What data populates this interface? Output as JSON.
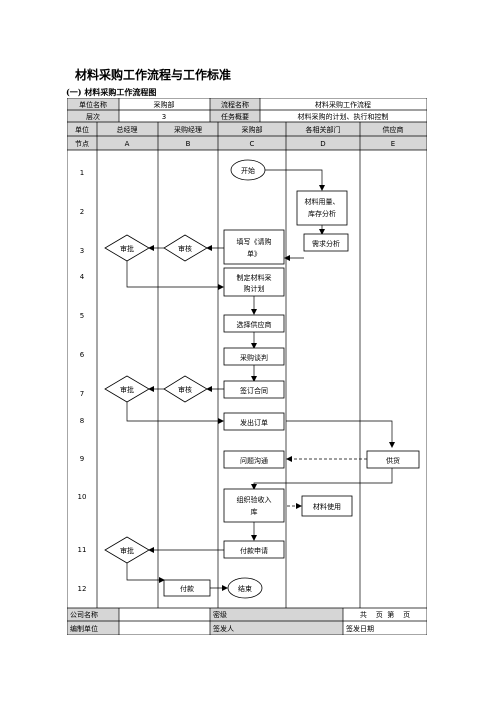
{
  "doc": {
    "title": "材料采购工作流程与工作标准",
    "subtitle": "(一) 材料采购工作流程图"
  },
  "header": {
    "unit_label": "单位名称",
    "unit_value": "采购部",
    "process_label": "流程名称",
    "process_value": "材料采购工作流程",
    "level_label": "层次",
    "level_value": "3",
    "task_label": "任务概要",
    "task_value": "材料采购的计划、执行和控制",
    "dept_label": "单位",
    "node_label": "节点"
  },
  "lanes": [
    {
      "name": "总经理",
      "code": "A"
    },
    {
      "name": "采购经理",
      "code": "B"
    },
    {
      "name": "采购部",
      "code": "C"
    },
    {
      "name": "各相关部门",
      "code": "D"
    },
    {
      "name": "供应商",
      "code": "E"
    }
  ],
  "rows": [
    "1",
    "2",
    "3",
    "4",
    "5",
    "6",
    "7",
    "8",
    "9",
    "10",
    "11",
    "12"
  ],
  "nodes": {
    "start": "开始",
    "d_need": [
      "材料用量、",
      "库存分析"
    ],
    "d_analysis": "需求分析",
    "c_request": [
      "填写《请购",
      "单》"
    ],
    "b_review1": "审核",
    "a_approve1": "审批",
    "c_plan": [
      "制定材料采",
      "购计划"
    ],
    "c_select": "选择供应商",
    "c_negotiate": "采购谈判",
    "c_contract": "签订合同",
    "b_review2": "审核",
    "a_approve2": "审批",
    "c_order": "发出订单",
    "c_issue": "问题沟通",
    "e_supply": "供货",
    "c_receive": [
      "组织验收入",
      "库"
    ],
    "d_use": "材料使用",
    "c_payreq": "付款申请",
    "a_approve3": "审批",
    "b_pay": "付款",
    "end": "结束"
  },
  "footer": {
    "company_label": "公司名称",
    "secret_label": "密级",
    "pages_label": "共    页  第    页",
    "author_label": "编制单位",
    "issuer_label": "签发人",
    "issue_date_label": "签发日期"
  }
}
